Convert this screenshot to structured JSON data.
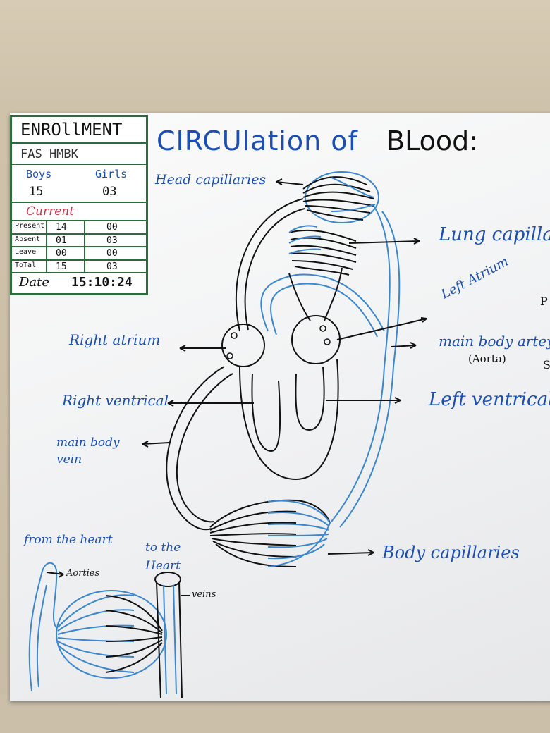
{
  "enrollment": {
    "title": "ENROllMENT",
    "class": "FAS  HMBK",
    "boys_label": "Boys",
    "girls_label": "Girls",
    "boys": "15",
    "girls": "03",
    "current_label": "Current",
    "rows": [
      {
        "label": "Present",
        "boys": "14",
        "girls": "00"
      },
      {
        "label": "Absent",
        "boys": "01",
        "girls": "03"
      },
      {
        "label": "Leave",
        "boys": "00",
        "girls": "00"
      },
      {
        "label": "ToTal",
        "boys": "15",
        "girls": "03"
      }
    ],
    "date_label": "Date",
    "date_value": "15:10:24"
  },
  "diagram": {
    "title_part1": "CIRCUlation of",
    "title_part2": "BLood:",
    "labels": {
      "head_capillaries": "Head capillaries",
      "lung_capillaries": "Lung capillari",
      "left_atrium": "Left Atrium",
      "right_atrium": "Right atrium",
      "main_body_artery": "main body artey",
      "aorta": "(Aorta)",
      "right_ventricle": "Right ventrical",
      "left_ventricle": "Left ventrical",
      "main_body_vein": "main body vein",
      "body_capillaries": "Body capillaries",
      "from_the_heart": "from the heart",
      "to_the_heart": "to the Heart",
      "aorties": "Aorties",
      "veins": "veins",
      "edge_p": "P",
      "edge_s": "S"
    }
  },
  "colors": {
    "marker_blue": "#1d4fb3",
    "marker_black": "#111111",
    "table_green": "#2c6b3c",
    "marker_red": "#c8324a",
    "vessel_blue": "#3a86d0"
  }
}
